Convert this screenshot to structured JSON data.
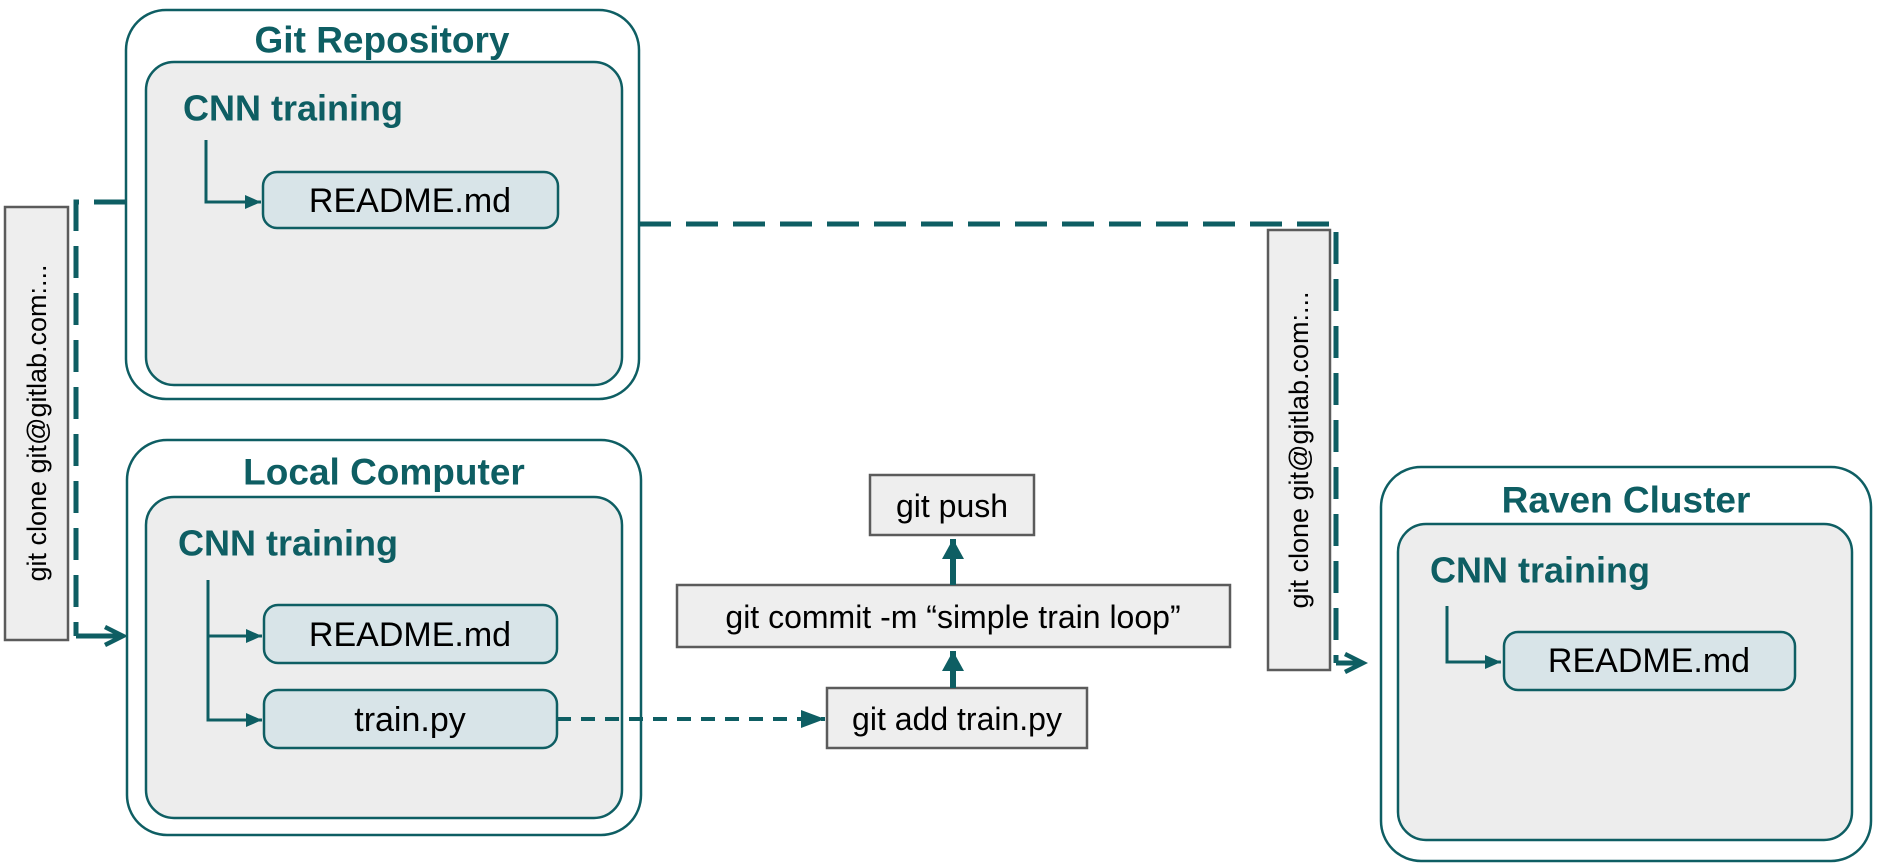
{
  "colors": {
    "accent_teal": "#0e5e63",
    "folder_fill": "#ededed",
    "file_fill": "#d8e4e8",
    "command_fill": "#eeeeee",
    "command_border": "#5b5b5b",
    "text_black": "#000000",
    "background": "#ffffff"
  },
  "nodes": {
    "git_repository": {
      "title": "Git Repository",
      "folder": "CNN training",
      "files": [
        "README.md"
      ]
    },
    "local_computer": {
      "title": "Local Computer",
      "folder": "CNN training",
      "files": [
        "README.md",
        "train.py"
      ]
    },
    "raven_cluster": {
      "title": "Raven Cluster",
      "folder": "CNN training",
      "files": [
        "README.md"
      ]
    }
  },
  "commands": {
    "push": "git push",
    "commit": "git commit -m  “simple train loop”",
    "add": "git add train.py"
  },
  "clone_labels": {
    "left": "git clone git@gitlab.com:...",
    "right": "git clone git@gitlab.com:..."
  }
}
